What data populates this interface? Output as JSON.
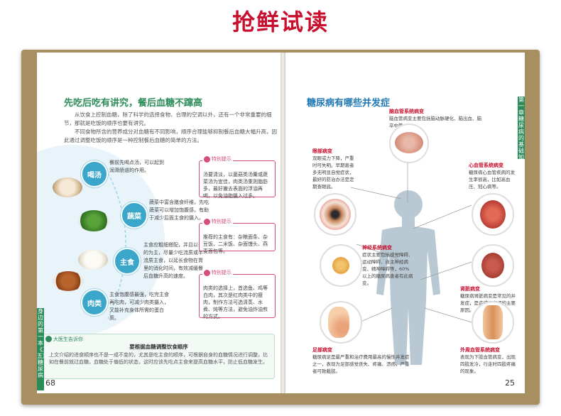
{
  "banner": {
    "title": "抢鲜试读"
  },
  "left_page": {
    "page_number": "68",
    "side_tab": "身边的第一本《三五》糖尿病",
    "section_title": "先吃后吃有讲究，餐后血糖不蹿高",
    "intro": [
      "从饮食上控制血糖，除了科学的选择食物、合理的空调以外，还有一个非常重要的细节，那就是吃饭的顺序也要有讲究。",
      "不同食物所含的营养成分对血糖有不同影响，顺序合理能够抑制餐后血糖大幅升高，因此通过调整吃饭的顺序是一种控制餐后血糖的简单的方法。"
    ],
    "steps": [
      {
        "label": "喝汤",
        "text": "餐前先喝点汤，可以起到润滑肠道的作用。"
      },
      {
        "label": "蔬菜",
        "text": "蔬菜中富含膳食纤维，先吃蔬菜可以增加饱腹感，有助于减少后面主食的摄入。"
      },
      {
        "label": "主食",
        "text": "主食应粗细搭配，并且以干的为主，尽量少吃流质或半流质主食，以延长食物在胃里的消化时间，有效减缓餐后血糖升高的速度。"
      },
      {
        "label": "肉类",
        "text": "主食饱腹感最强，吃完主食再吃肉，可减少肉类摄入，又能补充身体所需的蛋白质。"
      }
    ],
    "tips": [
      {
        "label": "特别提示",
        "text": "汤要清淡，以菌菇类汤羹或蔬菜汤为宜佳，肉类汤重则脂肪多，最好撇去表面的浮油再喝，以免油脂摄入过多。"
      },
      {
        "label": "特别提示",
        "text": "推荐的主食有：杂粮面条、杂豆饭、二米饭、杂面馒头、燕麦面包等。"
      },
      {
        "label": "特别提示",
        "text": "肉类的选择上，首选鱼、鸡等白肉，其次是红肉类中的瘦肉，制作方法可选清蒸、水煮、炖等方法，避免油炸油煎的方式。"
      }
    ],
    "doctor": {
      "label": "大医生告诉你",
      "title": "要根据血糖调整饮食顺序",
      "text": "上文介绍的进食顺序也不是一成不变的，尤其是吃主食的顺序，可根据自身的血糖情况进行调整，比如在餐前就过血糖，血糖处于偏低的状态，这时应该先吃点主食来提高血糖水平，防止低血糖发生。"
    }
  },
  "right_page": {
    "page_number": "25",
    "side_tab": "第一章 糖尿病的基础知识",
    "section_title": "糖尿病有哪些并发症",
    "complications": [
      {
        "key": "brain",
        "title": "脑血管系统病变",
        "text": "脑血管病变主要包括脑动脉硬化、脑出血、脑卒中等。"
      },
      {
        "key": "eye",
        "title": "眼部病变",
        "text": "双眼或力下降，严重时可失明。早期患者多无明显自觉症状，最好的防治办法是定期查眼底。"
      },
      {
        "key": "heart",
        "title": "心血管系统病变",
        "text": "糖尿病心血管疾病的发生率很高，比如高血压、冠心病等。"
      },
      {
        "key": "nerve",
        "title": "神经系统病变",
        "text": "症状主要包括感觉障碍、运动障碍、自主神经病变、精神障碍等，60%以上的糖尿病患者有此病变。"
      },
      {
        "key": "kidney",
        "title": "肾脏病变",
        "text": "糖尿病肾脏病变是常见的并发症，是造成肾衰竭的主要原因。"
      },
      {
        "key": "foot",
        "title": "足部病变",
        "text": "糖尿病足是最严重和治疗费用最高的慢性并发症之一，表现为足部感觉丧失、疼痛、溃疡，严重者可致截肢。"
      },
      {
        "key": "vessel",
        "title": "外周血管系统病变",
        "text": "表现为下肢血管病变，出现四肢发冷，行走时四肢疼痛的现象。"
      }
    ]
  },
  "colors": {
    "brand_red": "#c8102e",
    "green": "#2b8c5a",
    "blue": "#3aa6c9",
    "pink": "#d64c7a"
  }
}
